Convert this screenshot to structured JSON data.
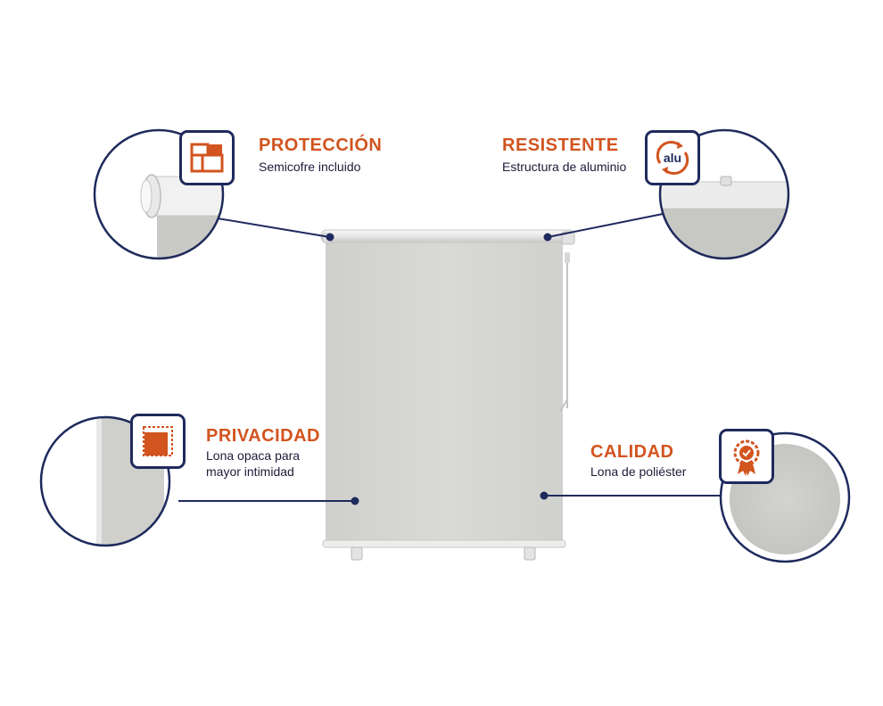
{
  "colors": {
    "accent": "#d2541f",
    "navy": "#1f2a5c",
    "fabric": "#d4d5d1",
    "frame": "#eeeeee"
  },
  "features": {
    "proteccion": {
      "title": "PROTECCIÓN",
      "subtitle": "Semicofre incluido",
      "icon": "semicofre-icon"
    },
    "resistente": {
      "title": "RESISTENTE",
      "subtitle": "Estructura de aluminio",
      "icon": "aluminio-icon",
      "icon_text": "alu"
    },
    "privacidad": {
      "title": "PRIVACIDAD",
      "subtitle_line1": "Lona opaca para",
      "subtitle_line2": "mayor intimidad",
      "icon": "opaque-fabric-icon"
    },
    "calidad": {
      "title": "CALIDAD",
      "subtitle": "Lona de poliéster",
      "icon": "quality-badge-icon"
    }
  }
}
